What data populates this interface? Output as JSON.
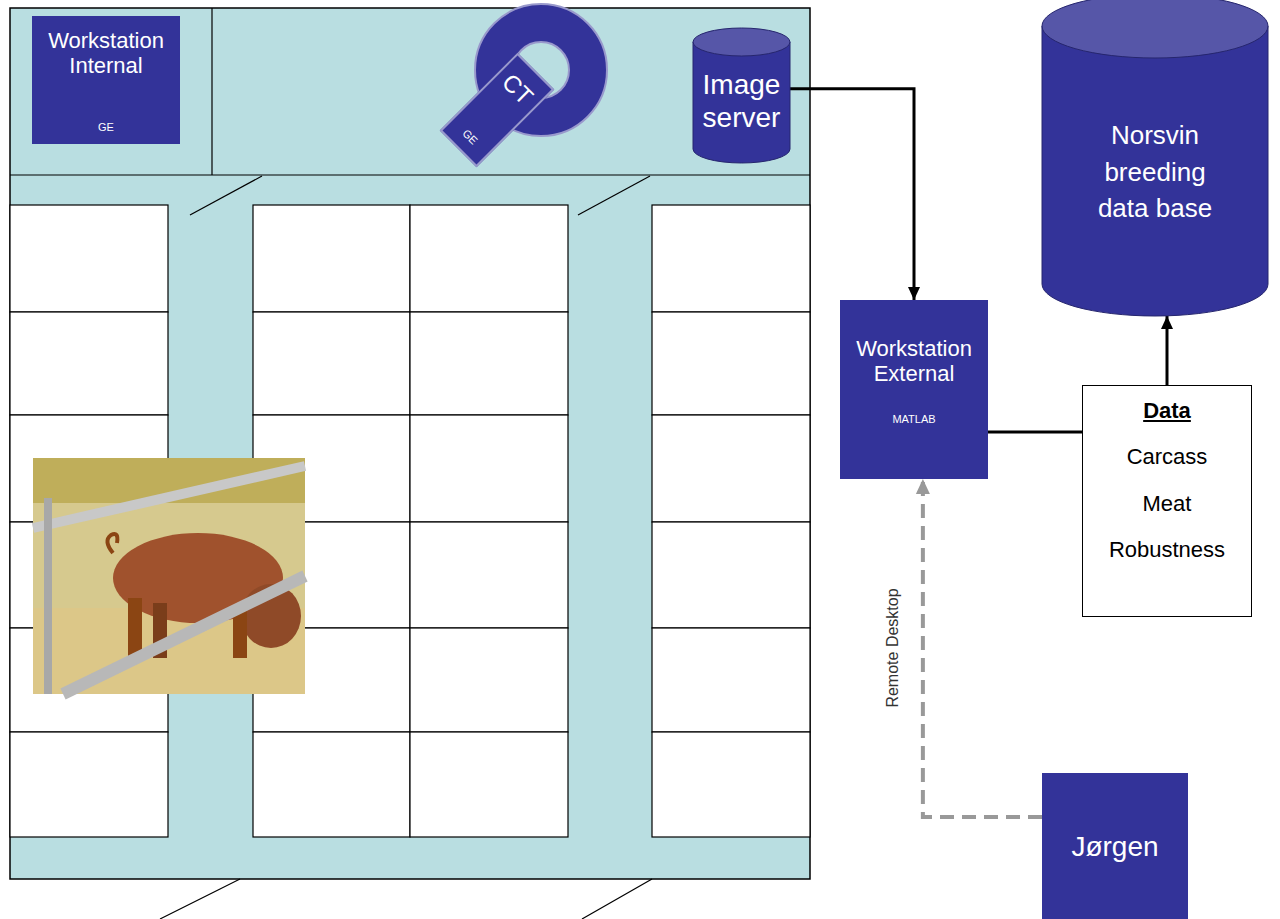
{
  "diagram": {
    "nodes": [
      {
        "text": [
          "Workstation Internal",
          "GE"
        ]
      },
      {
        "text": [
          "CT",
          "GE"
        ]
      },
      {
        "text": [
          "Image server"
        ]
      },
      {
        "text": [
          "Norsvin breeding data base"
        ]
      },
      {
        "text": [
          "Workstation External",
          "MATLAB"
        ]
      },
      {
        "text": [
          "Data",
          "Carcass",
          "Meat",
          "Robustness"
        ]
      },
      {
        "text": [
          "Jørgen"
        ]
      }
    ],
    "edges": [
      {
        "from": 2,
        "to": 4,
        "arrow": "to"
      },
      {
        "from": 4,
        "to": 5,
        "arrow": "none"
      },
      {
        "from": 5,
        "to": 3,
        "arrow": "to"
      },
      {
        "from": 6,
        "to": 4,
        "label": "Remote Desktop",
        "arrow": "to"
      }
    ]
  }
}
